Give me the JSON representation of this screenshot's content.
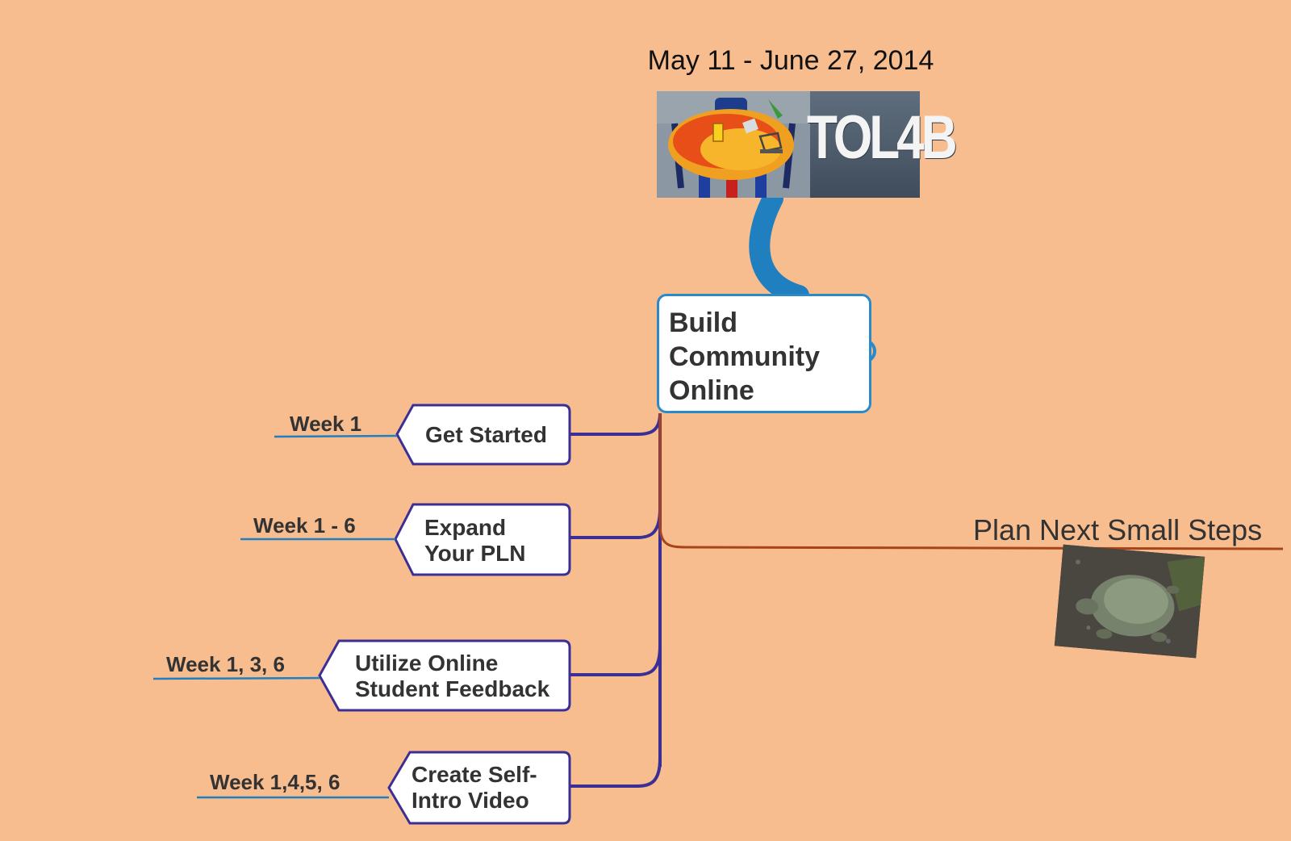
{
  "date_range": "May 11 - June 27, 2014",
  "logo": {
    "text": "TOL4B"
  },
  "central_topic": {
    "lines": [
      "Build",
      "Community",
      "Online"
    ]
  },
  "branches": [
    {
      "lines": [
        "Get Started"
      ],
      "week": "Week 1"
    },
    {
      "lines": [
        "Expand",
        "Your PLN"
      ],
      "week": "Week 1 - 6"
    },
    {
      "lines": [
        "Utilize Online",
        "Student Feedback"
      ],
      "week": "Week 1, 3, 6"
    },
    {
      "lines": [
        "Create Self-",
        "Intro Video"
      ],
      "week": "Week 1,4,5, 6"
    }
  ],
  "plan_branch": {
    "label": "Plan Next Small Steps"
  },
  "colors": {
    "background": "#f8bd8f",
    "central_border": "#2a8ac9",
    "branch_line": "#3b2f96",
    "plan_line": "#a8441a",
    "week_underline": "#1f7fbf",
    "logo_connector": "#1f7fbf"
  }
}
